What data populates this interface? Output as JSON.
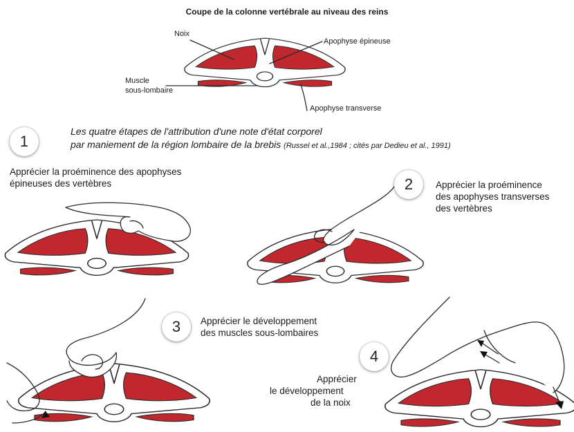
{
  "title": "Coupe de la colonne vertébrale au niveau des reins",
  "top_labels": {
    "noix": "Noix",
    "apophyse_epineuse": "Apophyse épineuse",
    "muscle_line1": "Muscle",
    "muscle_line2": "sous-lombaire",
    "apophyse_transverse": "Apophyse transverse"
  },
  "heading": {
    "line1": "Les quatre étapes de l'attribution d'une note d'état corporel",
    "line2": "par maniement de la région lombaire de la brebis",
    "citation": "(Russel et al.,1984 ; cités par Dedieu et al., 1991)"
  },
  "steps": [
    {
      "number": "1",
      "line1": "Apprécier la proéminence des apophyses",
      "line2": "épineuses des vertèbres",
      "line3": ""
    },
    {
      "number": "2",
      "line1": "Apprécier la proéminence",
      "line2": "des apophyses transverses",
      "line3": "des vertèbres"
    },
    {
      "number": "3",
      "line1": "Apprécier le développement",
      "line2": "des muscles sous-lombaires",
      "line3": ""
    },
    {
      "number": "4",
      "line1": "Apprécier",
      "line2": "le développement",
      "line3": "de la noix"
    }
  ],
  "colors": {
    "muscle": "#c0282d",
    "outline": "#2a2a2a",
    "background": "#ffffff"
  }
}
